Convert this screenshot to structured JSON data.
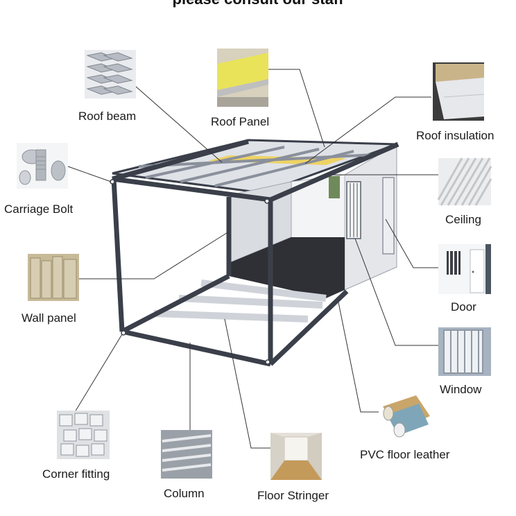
{
  "header": {
    "title": "please consult our staff"
  },
  "components": [
    {
      "id": "roof-beam",
      "label": "Roof beam",
      "icon": "steel-beam-stack-photo"
    },
    {
      "id": "roof-panel",
      "label": "Roof Panel",
      "icon": "yellow-insulated-panel-photo"
    },
    {
      "id": "roof-insulation",
      "label": "Roof insulation",
      "icon": "rockwool-insulation-photo"
    },
    {
      "id": "carriage-bolt",
      "label": "Carriage Bolt",
      "icon": "bolt-photo"
    },
    {
      "id": "ceiling",
      "label": "Ceiling",
      "icon": "ribbed-ceiling-photo"
    },
    {
      "id": "wall-panel",
      "label": "Wall panel",
      "icon": "sandwich-panel-stack-photo"
    },
    {
      "id": "door",
      "label": "Door",
      "icon": "white-door-photo"
    },
    {
      "id": "window",
      "label": "Window",
      "icon": "barred-window-photo"
    },
    {
      "id": "pvc-floor-leather",
      "label": "PVC floor leather",
      "icon": "pvc-rolls-photo"
    },
    {
      "id": "corner-fitting",
      "label": "Corner fitting",
      "icon": "corner-casting-photo"
    },
    {
      "id": "column",
      "label": "Column",
      "icon": "steel-column-photo"
    },
    {
      "id": "floor-stringer",
      "label": "Floor Stringer",
      "icon": "wood-floor-room-photo"
    }
  ],
  "colors": {
    "frame": "#3a3f4a",
    "leader": "#333333",
    "floor": "#2e3036",
    "wall": "#e4e6ea",
    "roof_insulation": "#f0d255"
  }
}
